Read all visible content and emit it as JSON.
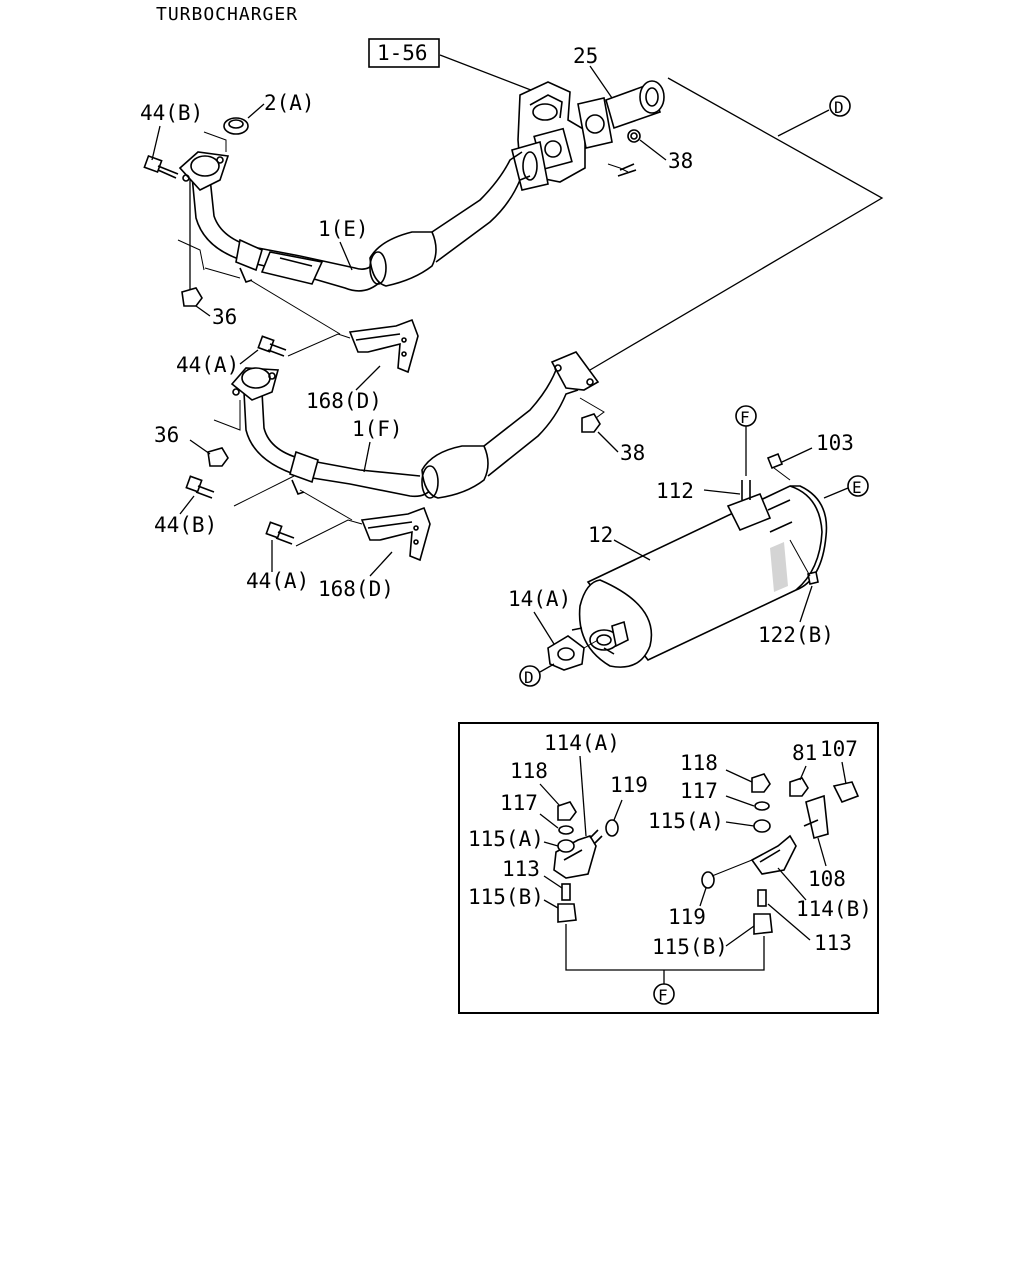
{
  "title": "TURBOCHARGER",
  "ref_box": "1-56",
  "callouts": {
    "D": "D",
    "E": "E",
    "F": "F"
  },
  "labels": {
    "p25": "25",
    "p38a": "38",
    "p38b": "38",
    "p44B_top": "44(B)",
    "p2A": "2(A)",
    "p1E": "1(E)",
    "p36a": "36",
    "p36b": "36",
    "p44A_a": "44(A)",
    "p44A_b": "44(A)",
    "p44B_b": "44(B)",
    "p168D_a": "168(D)",
    "p168D_b": "168(D)",
    "p1F": "1(F)",
    "p103": "103",
    "p112": "112",
    "p12": "12",
    "p14A": "14(A)",
    "p122B": "122(B)"
  },
  "inset_labels": {
    "i114A": "114(A)",
    "i118a": "118",
    "i119a": "119",
    "i117a": "117",
    "i115Aa": "115(A)",
    "i113a": "113",
    "i115Ba": "115(B)",
    "i118b": "118",
    "i81": "81",
    "i107": "107",
    "i117b": "117",
    "i115Ab": "115(A)",
    "i108": "108",
    "i119b": "119",
    "i114B": "114(B)",
    "i113b": "113",
    "i115Bb": "115(B)"
  }
}
